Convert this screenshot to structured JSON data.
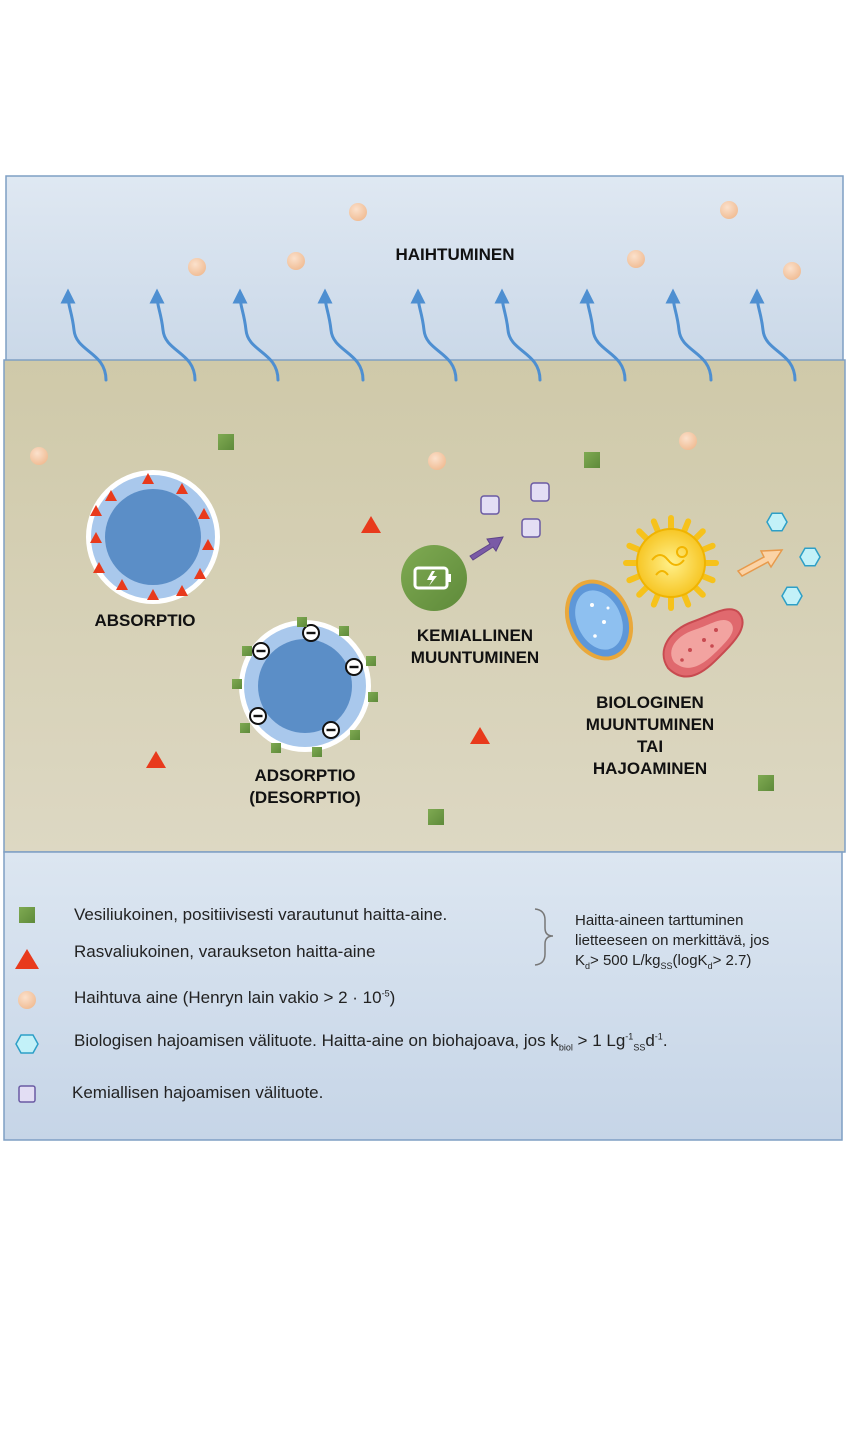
{
  "labels": {
    "evaporation": "HAIHTUMINEN",
    "absorption": "ABSORPTIO",
    "adsorption_1": "ADSORPTIO",
    "adsorption_2": "(DESORPTIO)",
    "chemical_1": "KEMIALLINEN",
    "chemical_2": "MUUNTUMINEN",
    "biological_1": "BIOLOGINEN",
    "biological_2": "MUUNTUMINEN",
    "biological_3": "TAI",
    "biological_4": "HAJOAMINEN"
  },
  "legend": {
    "green_square": "Vesiliukoinen, positiivisesti varautunut haitta-aine.",
    "red_triangle": "Rasvaliukoinen, varaukseton haitta-aine",
    "orange_circle_main": "Haihtuva aine (Henryn lain vakio > 2 · 10",
    "orange_circle_sup": "-5",
    "orange_circle_end": ")",
    "cyan_hexagon_main": "Biologisen hajoamisen välituote. Haitta-aine on biohajoava, jos k",
    "cyan_hexagon_sub1": "biol",
    "cyan_hexagon_mid1": " > 1 Lg",
    "cyan_hexagon_sup1": "-1",
    "cyan_hexagon_sub2": "SS",
    "cyan_hexagon_mid2": "d",
    "cyan_hexagon_sup2": "-1",
    "cyan_hexagon_end": ".",
    "purple_square": "Kemiallisen hajoamisen välituote."
  },
  "note": {
    "line1": "Haitta-aineen tarttuminen",
    "line2": "lietteeseen on merkittävä, jos",
    "line3_a": "K",
    "line3_sub1": "d",
    "line3_b": "> 500 L/kg",
    "line3_sub2": "SS",
    "line3_c": "(logK",
    "line3_sub3": "d",
    "line3_d": "> 2.7)"
  },
  "colors": {
    "air": "#d6e1ee",
    "sludge": "#d3ceb3",
    "legend_bg": "#d6e1ee",
    "border": "#7f9fc4",
    "arrow": "#4e8fd1",
    "green": "#6e9a45",
    "red": "#e83a1c",
    "orange": "#f4c8a5",
    "cyan": "#c3f1f8",
    "purple": "#e3def4",
    "particle_core": "#5b8ec7",
    "particle_shell": "#a8c7ec"
  },
  "icons": [
    "battery-icon",
    "sun-microbe-icon",
    "blue-cell-icon",
    "red-bacterium-icon"
  ]
}
